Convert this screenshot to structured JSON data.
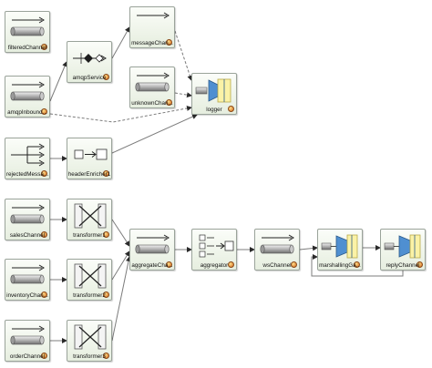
{
  "nodes": [
    {
      "id": "filteredChannel",
      "label": "filteredChannel",
      "icon": "channel-icon"
    },
    {
      "id": "amqpInbound",
      "label": "amqpInbound...",
      "icon": "channel-icon"
    },
    {
      "id": "amqpService",
      "label": "amqpService",
      "icon": "service-activator-icon"
    },
    {
      "id": "messageChannel",
      "label": "messageChan...",
      "icon": "arrow-icon"
    },
    {
      "id": "unknownChannel",
      "label": "unknownChan...",
      "icon": "channel-icon"
    },
    {
      "id": "logger",
      "label": "logger",
      "icon": "logger-icon"
    },
    {
      "id": "rejectedMessages",
      "label": "rejectedMessa...",
      "icon": "fanout-icon"
    },
    {
      "id": "headerEnricher",
      "label": "headerEnricher1",
      "icon": "header-enricher-icon"
    },
    {
      "id": "salesChannel",
      "label": "salesChannel",
      "icon": "channel-icon"
    },
    {
      "id": "transformer1",
      "label": "transformer1",
      "icon": "transformer-icon"
    },
    {
      "id": "inventoryChannel",
      "label": "inventoryChan...",
      "icon": "channel-icon"
    },
    {
      "id": "transformer2",
      "label": "transformer2",
      "icon": "transformer-icon"
    },
    {
      "id": "orderChannel",
      "label": "orderChannel",
      "icon": "channel-icon"
    },
    {
      "id": "transformer3",
      "label": "transformer3",
      "icon": "transformer-icon"
    },
    {
      "id": "aggregateChannel",
      "label": "aggregateCha...",
      "icon": "channel-icon"
    },
    {
      "id": "aggregator",
      "label": "aggregator",
      "icon": "aggregator-icon"
    },
    {
      "id": "wsChannel",
      "label": "wsChannel",
      "icon": "channel-icon"
    },
    {
      "id": "marshallingGateway",
      "label": "marshallingGa...",
      "icon": "gateway-icon"
    },
    {
      "id": "replyChannel",
      "label": "replyChannel",
      "icon": "gateway-icon"
    }
  ],
  "edges": [
    {
      "from": "amqpInbound",
      "to": "amqpService",
      "style": "solid"
    },
    {
      "from": "amqpService",
      "to": "messageChannel",
      "style": "solid"
    },
    {
      "from": "messageChannel",
      "to": "logger",
      "style": "dashed"
    },
    {
      "from": "unknownChannel",
      "to": "logger",
      "style": "dashed"
    },
    {
      "from": "amqpInbound",
      "to": "logger",
      "style": "dashed"
    },
    {
      "from": "rejectedMessages",
      "to": "headerEnricher",
      "style": "solid"
    },
    {
      "from": "headerEnricher",
      "to": "logger",
      "style": "solid"
    },
    {
      "from": "salesChannel",
      "to": "transformer1",
      "style": "solid"
    },
    {
      "from": "inventoryChannel",
      "to": "transformer2",
      "style": "solid"
    },
    {
      "from": "orderChannel",
      "to": "transformer3",
      "style": "solid"
    },
    {
      "from": "transformer1",
      "to": "aggregateChannel",
      "style": "solid"
    },
    {
      "from": "transformer2",
      "to": "aggregateChannel",
      "style": "solid"
    },
    {
      "from": "transformer3",
      "to": "aggregateChannel",
      "style": "solid"
    },
    {
      "from": "aggregateChannel",
      "to": "aggregator",
      "style": "solid"
    },
    {
      "from": "aggregator",
      "to": "wsChannel",
      "style": "solid"
    },
    {
      "from": "wsChannel",
      "to": "marshallingGateway",
      "style": "solid"
    },
    {
      "from": "marshallingGateway",
      "to": "replyChannel",
      "style": "solid"
    },
    {
      "from": "replyChannel",
      "to": "marshallingGateway",
      "style": "solid"
    }
  ],
  "colors": {
    "edge": "#7c7c7c",
    "arrow": "#2a2a2a",
    "pipe": "#8a8a8a",
    "logger_body": "#4f8fd1",
    "logger_panel": "#fbf2a6"
  }
}
